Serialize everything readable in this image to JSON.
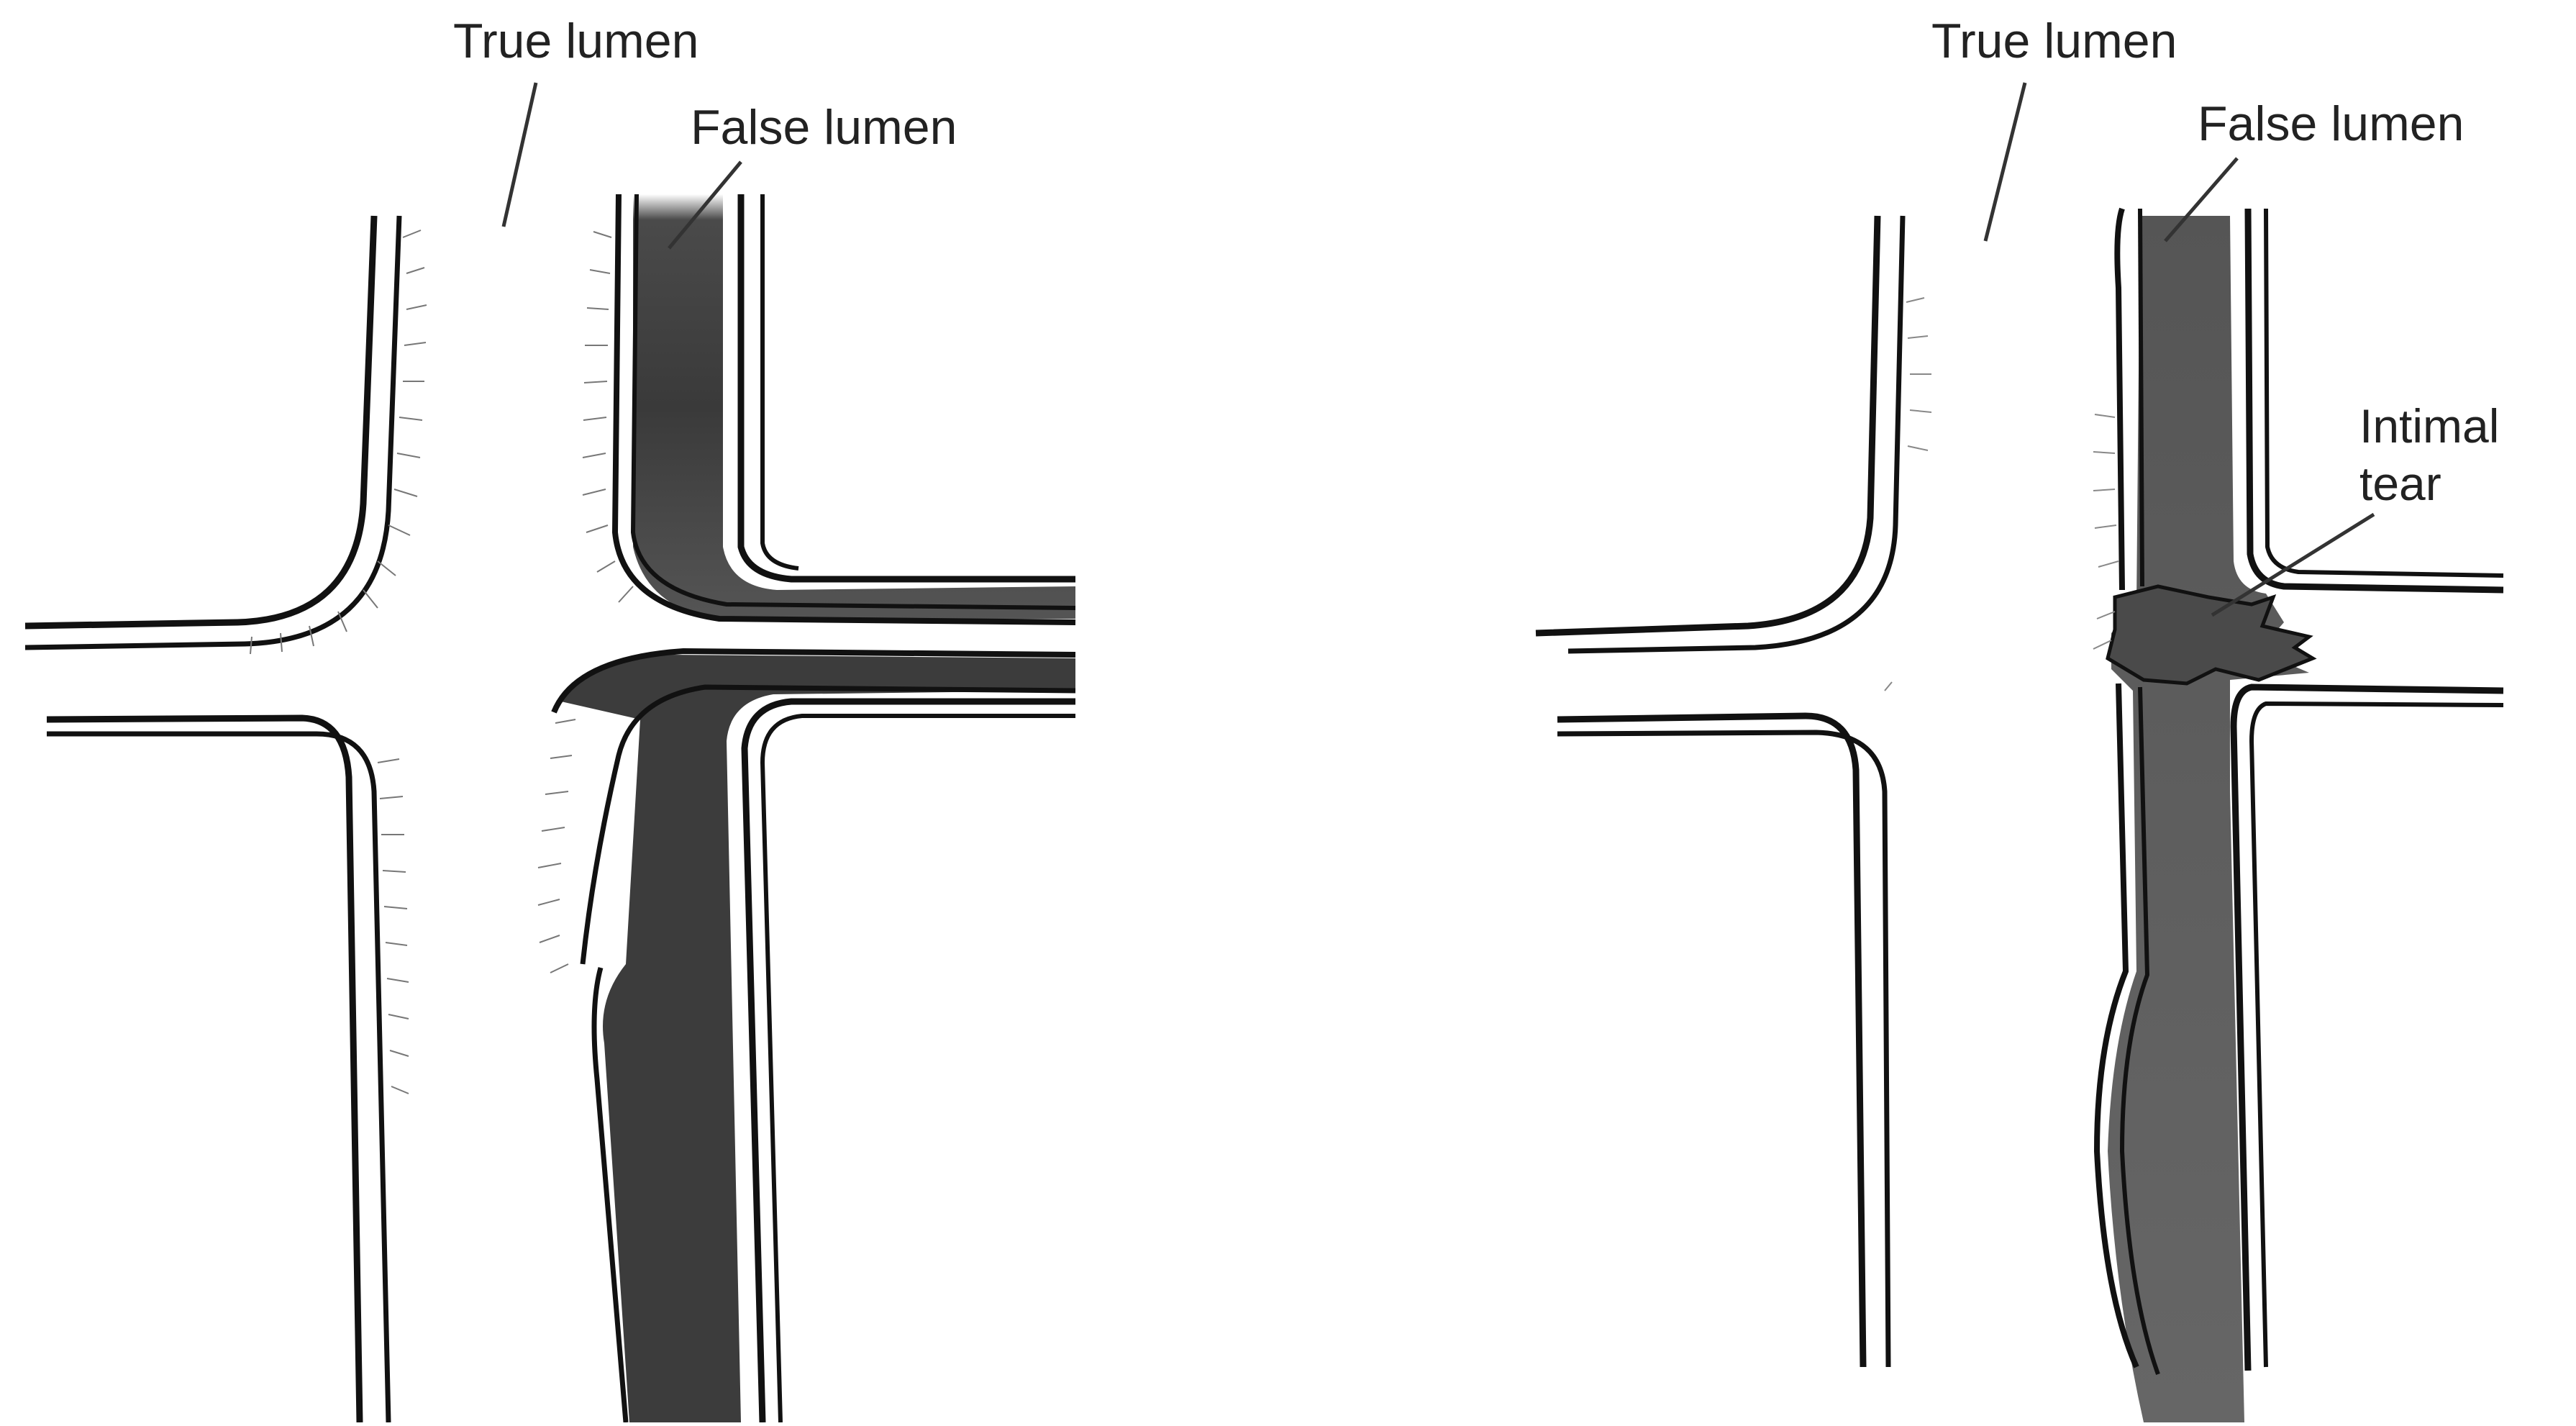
{
  "panels": [
    {
      "id": "left",
      "labels": {
        "true_lumen": "True lumen",
        "false_lumen": "False lumen"
      }
    },
    {
      "id": "right",
      "labels": {
        "true_lumen": "True lumen",
        "false_lumen": "False lumen",
        "intimal_tear_line1": "Intimal",
        "intimal_tear_line2": "tear"
      }
    }
  ],
  "colors": {
    "ink": "#111111",
    "lumen_dark": "#3a3a3a",
    "lumen_mid": "#5e5e5e",
    "background": "#ffffff"
  }
}
